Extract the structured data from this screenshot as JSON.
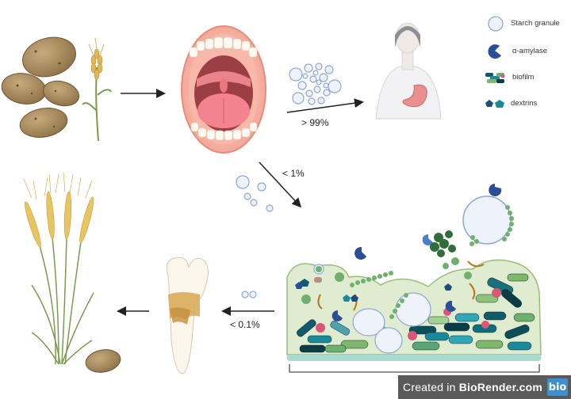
{
  "legend": {
    "starch_granule": "Starch granule",
    "amylase": "α-amylase",
    "biofilm": "biofilm",
    "dextrins": "dextrins"
  },
  "flows": {
    "to_stomach": "> 99%",
    "to_plaque": "< 1%",
    "to_calculus": "< 0.1%"
  },
  "watermark": {
    "prefix": "Created in ",
    "brand": "BioRender.com",
    "badge": "bio"
  }
}
